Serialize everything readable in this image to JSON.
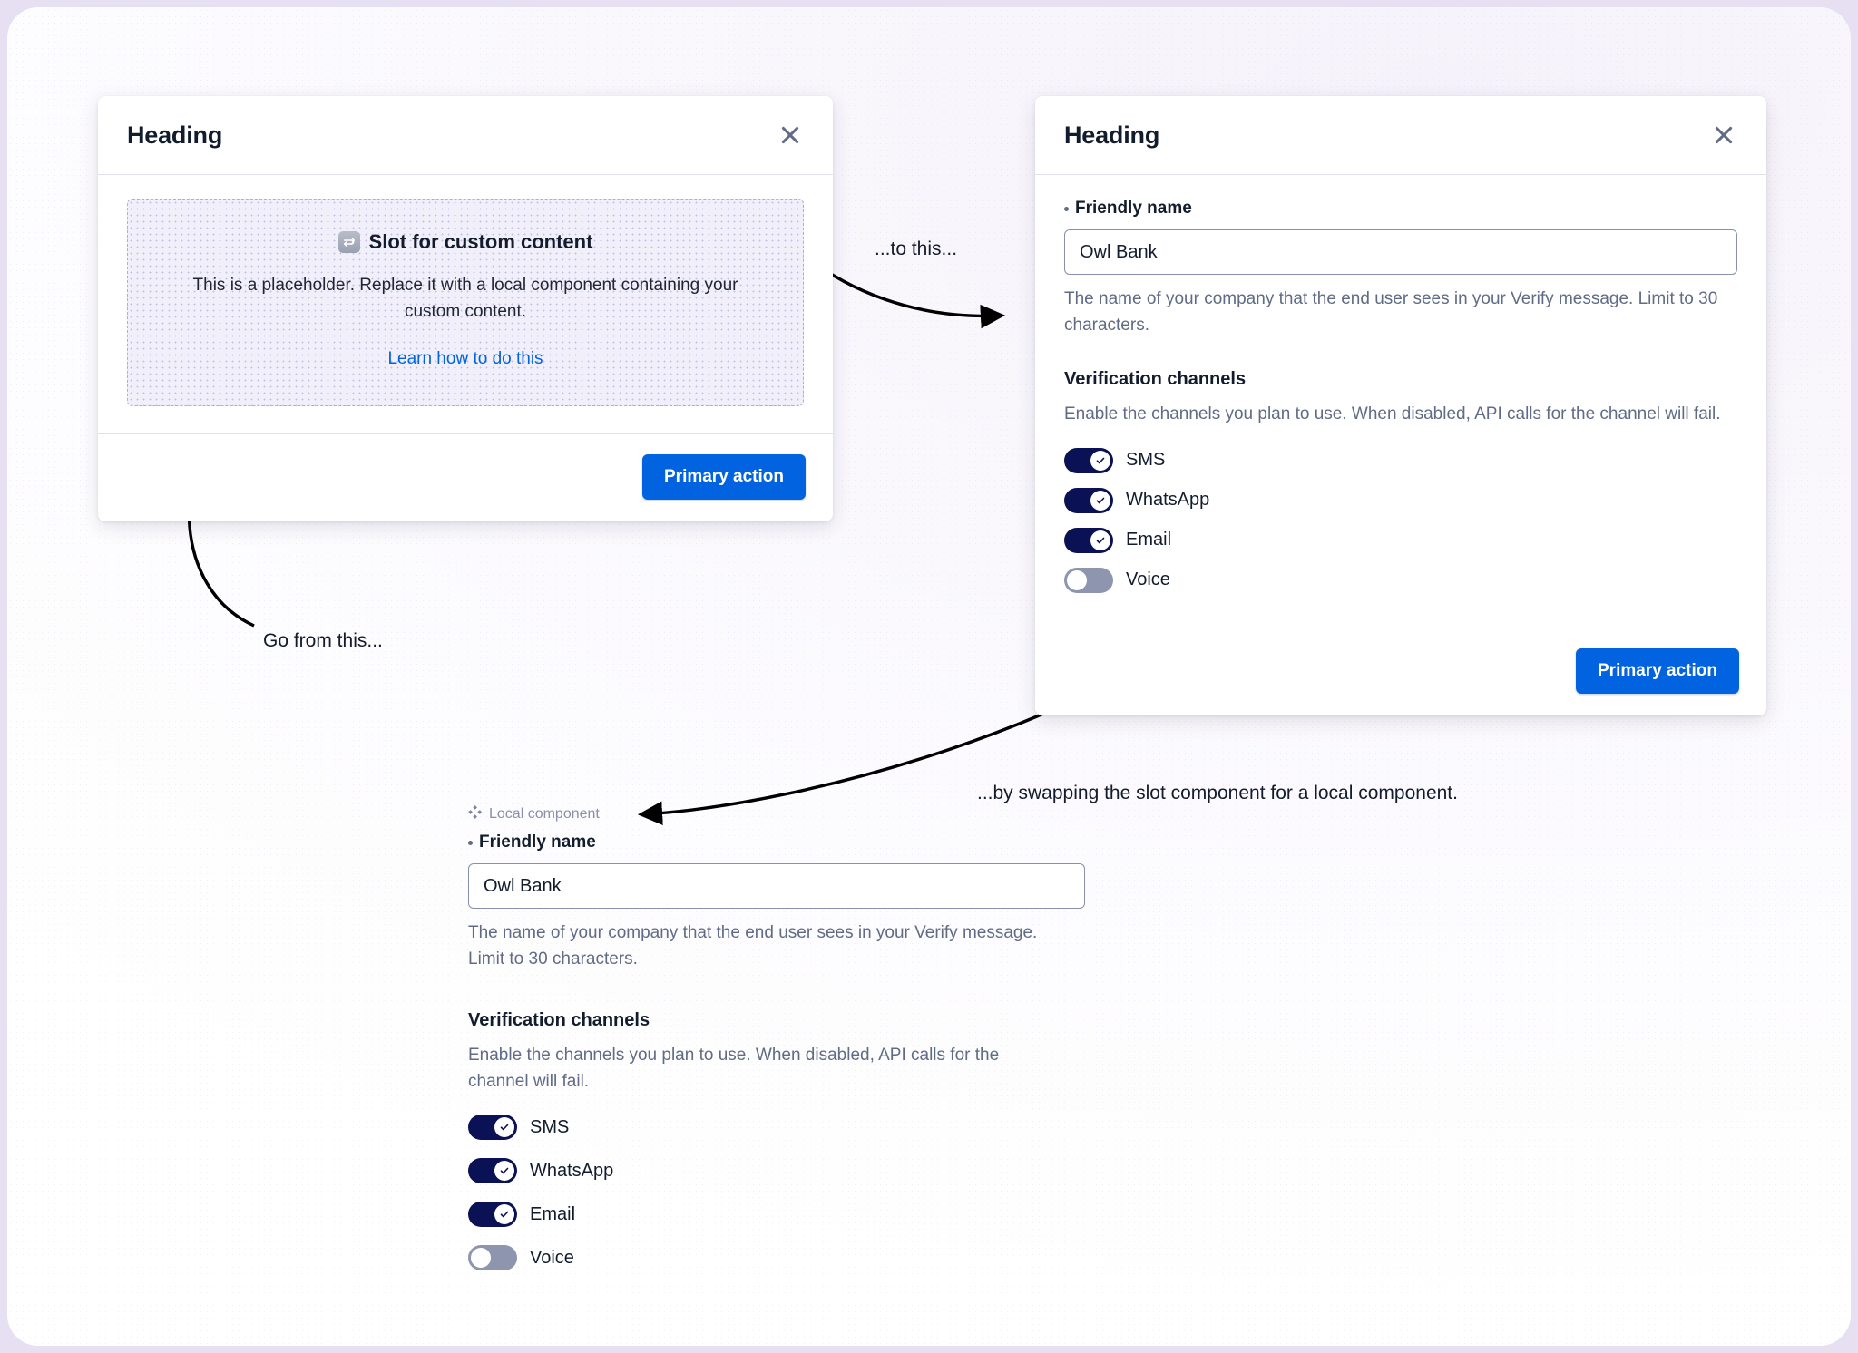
{
  "slot_modal": {
    "title": "Heading",
    "close_icon": "close-icon",
    "slot": {
      "icon": "swap-arrows-icon",
      "title": "Slot for custom content",
      "description": "This is a placeholder. Replace it with a local component containing your custom content.",
      "link_label": "Learn how to do this"
    },
    "primary_action_label": "Primary action"
  },
  "filled_modal": {
    "title": "Heading",
    "close_icon": "close-icon",
    "friendly_name": {
      "label": "Friendly name",
      "required": true,
      "value": "Owl Bank",
      "placeholder": "Owl Bank",
      "help_text": "The name of your company that the end user sees in your Verify message. Limit to 30 characters."
    },
    "verification_channels": {
      "title": "Verification channels",
      "description": "Enable the channels you plan to use. When disabled, API calls for the channel will fail.",
      "channels": [
        {
          "label": "SMS",
          "enabled": true
        },
        {
          "label": "WhatsApp",
          "enabled": true
        },
        {
          "label": "Email",
          "enabled": true
        },
        {
          "label": "Voice",
          "enabled": false
        }
      ]
    },
    "primary_action_label": "Primary action"
  },
  "local_component": {
    "badge_icon": "component-diamond-icon",
    "badge_label": "Local component",
    "friendly_name": {
      "label": "Friendly name",
      "required": true,
      "value": "Owl Bank",
      "placeholder": "Owl Bank",
      "help_text": "The name of your company that the end user sees in your Verify message. Limit to 30 characters."
    },
    "verification_channels": {
      "title": "Verification channels",
      "description": "Enable the channels you plan to use. When disabled, API calls for the channel will fail.",
      "channels": [
        {
          "label": "SMS",
          "enabled": true
        },
        {
          "label": "WhatsApp",
          "enabled": true
        },
        {
          "label": "Email",
          "enabled": true
        },
        {
          "label": "Voice",
          "enabled": false
        }
      ]
    }
  },
  "annotations": {
    "go_from_this": "Go from this...",
    "to_this": "...to this...",
    "by_swapping": "...by swapping the slot component for a local component."
  },
  "colors": {
    "primary_blue": "#0263e0",
    "toggle_on": "#0a1155",
    "toggle_off": "#8e95ae",
    "text_dark": "#121c2d",
    "text_muted": "#606b85",
    "slot_fill": "#f1effa",
    "canvas_bg": "#faf8fd"
  }
}
